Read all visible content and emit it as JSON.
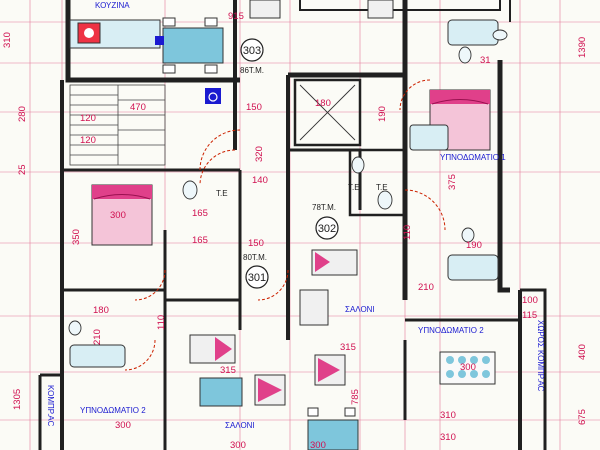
{
  "colors": {
    "wall": "#202020",
    "dimension": "#d01050",
    "room_label": "#1a1ad0",
    "bedding": "#e0408a",
    "fixture": "#7ec6dc",
    "door_arc": "#cc2200",
    "paper": "#fbfbf6"
  },
  "labels": {
    "kitchen": "ΚΟΥΖΙΝΑ",
    "salon_mid": "ΣΑΛΟΝΙ",
    "salon_bottom": "ΣΑΛΟΝΙ",
    "bedroom1": "ΥΠΝΟΔΩΜΑΤΙΟ 1",
    "bedroom2_right": "ΥΠΝΟΔΩΜΑΤΙΟ 2",
    "bedroom2_left": "ΥΠΝΟΔΩΜΑΤΙΟ 2",
    "storage_right": "ΧΩΡΟΣ ΚΟΜΠΡ.ΑC",
    "storage_left": "ΚΟΜΠΡ.ΑC",
    "wc1": "Τ.Ε",
    "wc2": "Τ.Ε",
    "wc3": "Τ.Ε"
  },
  "units": [
    {
      "number": "303",
      "area": "86Τ.Μ."
    },
    {
      "number": "302",
      "area": "78Τ.Μ."
    },
    {
      "number": "301",
      "area": "80Τ.Μ."
    }
  ],
  "dimensions": {
    "top_915": "915",
    "left_310": "310",
    "left_280": "280",
    "left_25": "25",
    "left_350": "350",
    "left_1305": "1305",
    "d_470": "470",
    "d_120a": "120",
    "d_120b": "120",
    "d_150a": "150",
    "d_180a": "180",
    "d_320": "320",
    "d_140": "140",
    "d_165a": "165",
    "d_165b": "165",
    "d_150b": "150",
    "d_180b": "180",
    "d_210": "210",
    "d_110a": "110",
    "d_110b": "110",
    "d_190a": "190",
    "d_190b": "190",
    "d_375": "375",
    "d_300a": "300",
    "d_315a": "315",
    "d_315b": "315",
    "d_785": "785",
    "d_210r": "210",
    "d_300b": "300",
    "d_310r": "310",
    "d_310b": "310",
    "d_100": "100",
    "d_115": "115",
    "d_400": "400",
    "d_675": "675",
    "d_1390": "1390",
    "d_31": "31",
    "d_300r": "300",
    "d_300c": "300",
    "d_300d": "300"
  }
}
